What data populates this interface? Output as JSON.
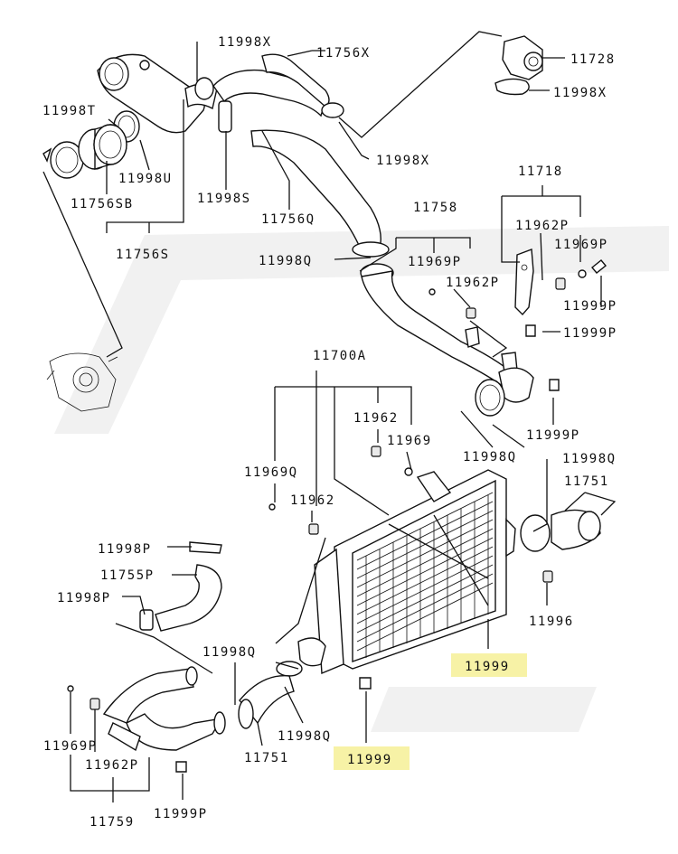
{
  "labels": {
    "l11998x_top": "11998X",
    "l11756x": "11756X",
    "l11728": "11728",
    "l11998x_right": "11998X",
    "l11998t": "11998T",
    "l11998x_mid": "11998X",
    "l11998u": "11998U",
    "l11756sb": "11756SB",
    "l11998s": "11998S",
    "l11756q": "11756Q",
    "l11756s": "11756S",
    "l11718": "11718",
    "l11758": "11758",
    "l11962p_a": "11962P",
    "l11969p_a": "11969P",
    "l11998q_a": "11998Q",
    "l11969p_b": "11969P",
    "l11962p_b": "11962P",
    "l11999p_a": "11999P",
    "l11999p_b": "11999P",
    "l11700a": "11700A",
    "l11962_a": "11962",
    "l11969": "11969",
    "l11999p_c": "11999P",
    "l11998q_b": "11998Q",
    "l11998q_c": "11998Q",
    "l11969q": "11969Q",
    "l11751_a": "11751",
    "l11962_b": "11962",
    "l11998p_a": "11998P",
    "l11755p": "11755P",
    "l11996": "11996",
    "l11998p_b": "11998P",
    "l11999_a": "11999",
    "l11998q_d": "11998Q",
    "l11998q_e": "11998Q",
    "l11969p_c": "11969P",
    "l11751_b": "11751",
    "l11999_b": "11999",
    "l11962p_c": "11962P",
    "l11759": "11759",
    "l11999p_d": "11999P"
  },
  "highlight_color": "#f7f2a6"
}
